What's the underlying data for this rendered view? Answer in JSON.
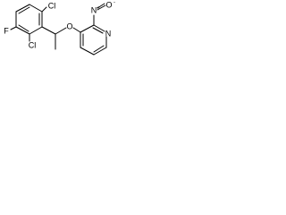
{
  "molecule": {
    "atoms": {
      "cl_top": "Cl",
      "f": "F",
      "cl_bottom": "Cl",
      "o_ether": "O",
      "n_nitro": "N",
      "o_nitro_top": "O",
      "n_pyridine": "N"
    },
    "charges": {
      "n_nitro_plus": "+",
      "o_nitro_minus": "-"
    }
  }
}
